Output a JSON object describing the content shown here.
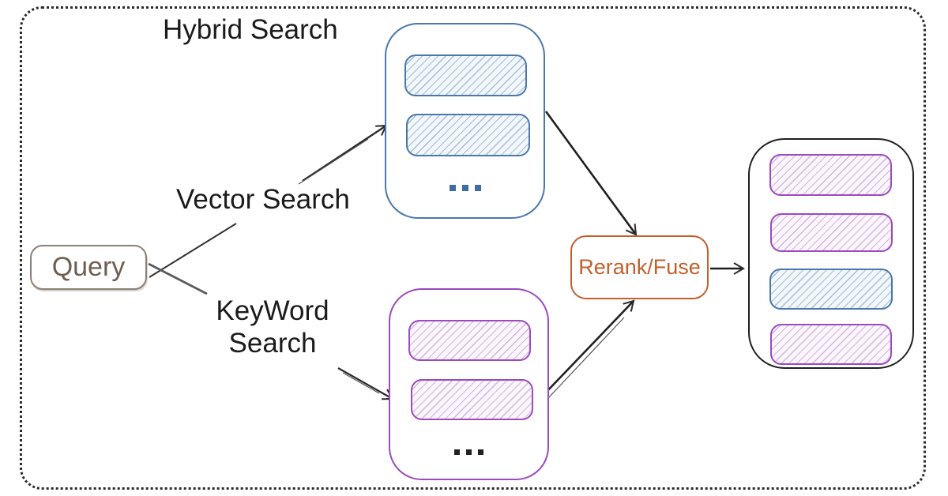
{
  "diagram": {
    "title": "Hybrid Search",
    "labels": {
      "vector_search": "Vector Search",
      "keyword_line1": "KeyWord",
      "keyword_line2": "Search"
    },
    "nodes": {
      "query": "Query",
      "rerank": "Rerank/Fuse"
    },
    "icons": {
      "vector_results_more": "ellipsis-icon",
      "keyword_results_more": "ellipsis-icon"
    },
    "colors": {
      "vector_blue": "#4a78ad",
      "keyword_purple": "#9c4abe",
      "rerank_orange": "#c35f2b",
      "query_brown": "#6f5d50",
      "outline_black": "#1f1f1f",
      "arrow": "#2b2b2b"
    }
  }
}
